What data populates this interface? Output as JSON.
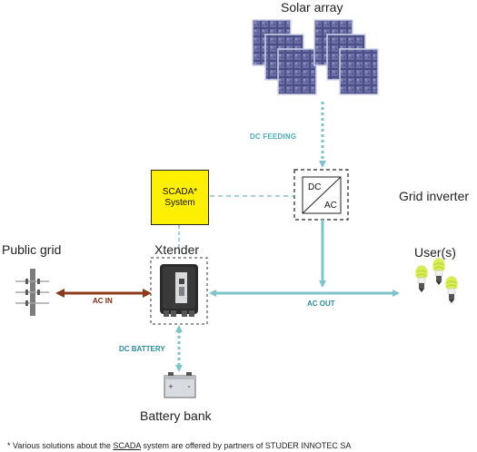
{
  "labels": {
    "solar_array": "Solar array",
    "dc_feeding": "DC FEEDING",
    "scada_line1": "SCADA*",
    "scada_line2": "System",
    "converter_dc": "DC",
    "converter_ac": "AC",
    "grid_inverter": "Grid inverter",
    "public_grid": "Public grid",
    "xtender": "Xtender",
    "users": "User(s)",
    "ac_in": "AC IN",
    "ac_out": "AC OUT",
    "dc_battery": "DC BATTERY",
    "battery_bank": "Battery bank",
    "battery_plus": "+",
    "battery_minus": "-"
  },
  "footnote": {
    "prefix": "* Various solutions about the ",
    "scada": "SCADA",
    "suffix": " system are offered by partners of STUDER INNOTEC SA"
  },
  "colors": {
    "teal": "#7fc4cc",
    "teal_text": "#4aaeb9",
    "brown": "#8b3a1c",
    "scada_yellow": "#ffef00",
    "panel": "#4a4f82"
  }
}
